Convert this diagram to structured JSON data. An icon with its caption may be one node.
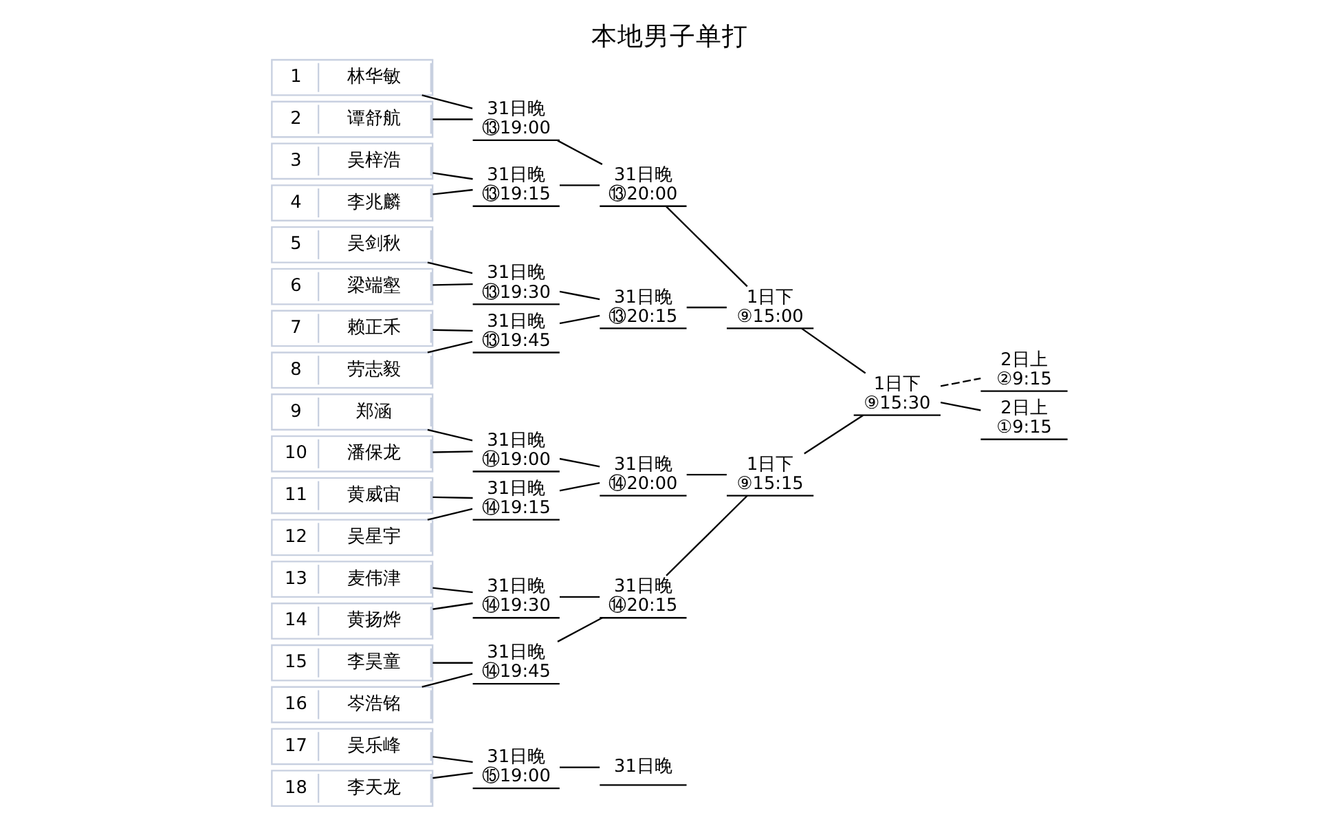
{
  "diagram": {
    "title": "本地男子单打",
    "nodes": [
      {
        "text": [
          "1",
          "林华敏"
        ]
      },
      {
        "text": [
          "2",
          "谭舒航"
        ]
      },
      {
        "text": [
          "3",
          "吴梓浩"
        ]
      },
      {
        "text": [
          "4",
          "李兆麟"
        ]
      },
      {
        "text": [
          "5",
          "吴剑秋"
        ]
      },
      {
        "text": [
          "6",
          "梁端壑"
        ]
      },
      {
        "text": [
          "7",
          "赖正禾"
        ]
      },
      {
        "text": [
          "8",
          "劳志毅"
        ]
      },
      {
        "text": [
          "9",
          "郑涵"
        ]
      },
      {
        "text": [
          "10",
          "潘保龙"
        ]
      },
      {
        "text": [
          "11",
          "黄威宙"
        ]
      },
      {
        "text": [
          "12",
          "吴星宇"
        ]
      },
      {
        "text": [
          "13",
          "麦伟津"
        ]
      },
      {
        "text": [
          "14",
          "黄扬烨"
        ]
      },
      {
        "text": [
          "15",
          "李昊童"
        ]
      },
      {
        "text": [
          "16",
          "岑浩铭"
        ]
      },
      {
        "text": [
          "17",
          "吴乐峰"
        ]
      },
      {
        "text": [
          "18",
          "李天龙"
        ]
      },
      {
        "text": [
          "31日晚",
          "⑬19:00"
        ]
      },
      {
        "text": [
          "31日晚",
          "⑬19:15"
        ]
      },
      {
        "text": [
          "31日晚",
          "⑬19:30"
        ]
      },
      {
        "text": [
          "31日晚",
          "⑬19:45"
        ]
      },
      {
        "text": [
          "31日晚",
          "⑭19:00"
        ]
      },
      {
        "text": [
          "31日晚",
          "⑭19:15"
        ]
      },
      {
        "text": [
          "31日晚",
          "⑭19:30"
        ]
      },
      {
        "text": [
          "31日晚",
          "⑭19:45"
        ]
      },
      {
        "text": [
          "31日晚",
          "⑮19:00"
        ]
      },
      {
        "text": [
          "31日晚",
          "⑬20:00"
        ]
      },
      {
        "text": [
          "31日晚",
          "⑬20:15"
        ]
      },
      {
        "text": [
          "31日晚",
          "⑭20:00"
        ]
      },
      {
        "text": [
          "31日晚",
          "⑭20:15"
        ]
      },
      {
        "text": [
          "31日晚"
        ]
      },
      {
        "text": [
          "1日下",
          "⑨15:00"
        ]
      },
      {
        "text": [
          "1日下",
          "⑨15:15"
        ]
      },
      {
        "text": [
          "1日下",
          "⑨15:30"
        ]
      },
      {
        "text": [
          "2日上",
          "②9:15"
        ]
      },
      {
        "text": [
          "2日上",
          "①9:15"
        ]
      }
    ],
    "edges": [
      {
        "from": 0,
        "to": 18,
        "arrow": "none"
      },
      {
        "from": 1,
        "to": 18,
        "arrow": "none"
      },
      {
        "from": 2,
        "to": 19,
        "arrow": "none"
      },
      {
        "from": 3,
        "to": 19,
        "arrow": "none"
      },
      {
        "from": 4,
        "to": 20,
        "arrow": "none"
      },
      {
        "from": 5,
        "to": 20,
        "arrow": "none"
      },
      {
        "from": 6,
        "to": 21,
        "arrow": "none"
      },
      {
        "from": 7,
        "to": 21,
        "arrow": "none"
      },
      {
        "from": 8,
        "to": 22,
        "arrow": "none"
      },
      {
        "from": 9,
        "to": 22,
        "arrow": "none"
      },
      {
        "from": 10,
        "to": 23,
        "arrow": "none"
      },
      {
        "from": 11,
        "to": 23,
        "arrow": "none"
      },
      {
        "from": 12,
        "to": 24,
        "arrow": "none"
      },
      {
        "from": 13,
        "to": 24,
        "arrow": "none"
      },
      {
        "from": 14,
        "to": 25,
        "arrow": "none"
      },
      {
        "from": 15,
        "to": 25,
        "arrow": "none"
      },
      {
        "from": 16,
        "to": 26,
        "arrow": "none"
      },
      {
        "from": 17,
        "to": 26,
        "arrow": "none"
      },
      {
        "from": 18,
        "to": 27,
        "arrow": "none"
      },
      {
        "from": 19,
        "to": 27,
        "arrow": "none"
      },
      {
        "from": 20,
        "to": 28,
        "arrow": "none"
      },
      {
        "from": 21,
        "to": 28,
        "arrow": "none"
      },
      {
        "from": 22,
        "to": 29,
        "arrow": "none"
      },
      {
        "from": 23,
        "to": 29,
        "arrow": "none"
      },
      {
        "from": 24,
        "to": 30,
        "arrow": "none"
      },
      {
        "from": 25,
        "to": 30,
        "arrow": "none"
      },
      {
        "from": 26,
        "to": 31,
        "arrow": "none"
      },
      {
        "from": 27,
        "to": 32,
        "arrow": "none"
      },
      {
        "from": 28,
        "to": 32,
        "arrow": "none"
      },
      {
        "from": 29,
        "to": 33,
        "arrow": "none"
      },
      {
        "from": 30,
        "to": 33,
        "arrow": "none"
      },
      {
        "from": 32,
        "to": 34,
        "arrow": "none"
      },
      {
        "from": 33,
        "to": 34,
        "arrow": "none"
      },
      {
        "from": 34,
        "to": 35,
        "arrow": "none",
        "style": "dashed"
      },
      {
        "from": 34,
        "to": 36,
        "arrow": "none"
      }
    ]
  }
}
